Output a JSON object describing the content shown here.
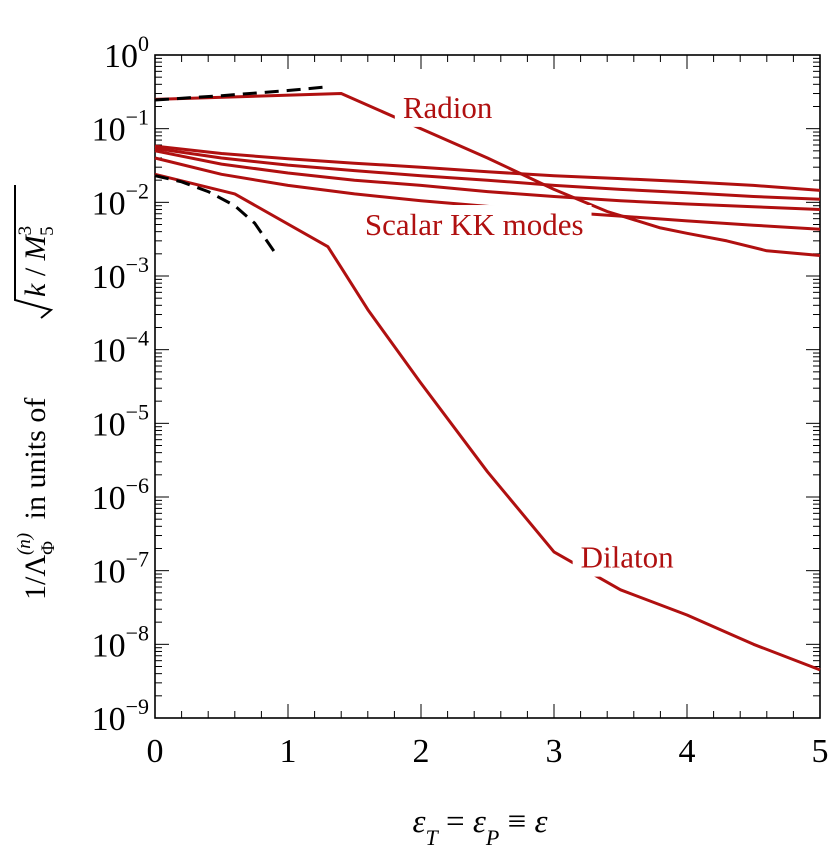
{
  "chart_data": {
    "type": "line",
    "title": "",
    "xlabel": "ε_T = ε_P ≡ ε",
    "ylabel": "1/Λ_Φ^(n)  in  units  of  √(k / M_5^3)",
    "xlim": [
      0,
      5
    ],
    "ylim": [
      1e-09,
      1
    ],
    "y_scale": "log",
    "x_ticks": [
      0,
      1,
      2,
      3,
      4,
      5
    ],
    "y_ticks": [
      {
        "value": 1,
        "mantissa": "10",
        "exp": "0"
      },
      {
        "value": 0.1,
        "mantissa": "10",
        "exp": "−1"
      },
      {
        "value": 0.01,
        "mantissa": "10",
        "exp": "−2"
      },
      {
        "value": 0.001,
        "mantissa": "10",
        "exp": "−3"
      },
      {
        "value": 0.0001,
        "mantissa": "10",
        "exp": "−4"
      },
      {
        "value": 1e-05,
        "mantissa": "10",
        "exp": "−5"
      },
      {
        "value": 1e-06,
        "mantissa": "10",
        "exp": "−6"
      },
      {
        "value": 1e-07,
        "mantissa": "10",
        "exp": "−7"
      },
      {
        "value": 1e-08,
        "mantissa": "10",
        "exp": "−8"
      },
      {
        "value": 1e-09,
        "mantissa": "10",
        "exp": "−9"
      }
    ],
    "grid": false,
    "colors": {
      "series": "#b01010",
      "approx": "#000000"
    },
    "series": [
      {
        "label_group": "Radion",
        "style": "solid",
        "x": [
          0,
          1.4,
          2.0,
          2.5,
          3.0,
          3.4,
          3.8,
          4.0,
          4.3,
          4.6,
          5.0
        ],
        "y": [
          0.25,
          0.3,
          0.1,
          0.04,
          0.015,
          0.0075,
          0.0045,
          0.0038,
          0.003,
          0.0022,
          0.0019
        ]
      },
      {
        "label_group": "Scalar KK modes",
        "style": "solid",
        "x": [
          0,
          0.5,
          1,
          1.5,
          2,
          2.5,
          3,
          3.5,
          4,
          4.5,
          5
        ],
        "y": [
          0.058,
          0.046,
          0.039,
          0.034,
          0.03,
          0.026,
          0.023,
          0.021,
          0.019,
          0.017,
          0.0145
        ]
      },
      {
        "label_group": "Scalar KK modes",
        "style": "solid",
        "x": [
          0,
          0.5,
          1,
          1.5,
          2,
          2.5,
          3,
          3.5,
          4,
          4.5,
          5
        ],
        "y": [
          0.054,
          0.04,
          0.032,
          0.027,
          0.023,
          0.02,
          0.017,
          0.015,
          0.0135,
          0.012,
          0.011
        ]
      },
      {
        "label_group": "Scalar KK modes",
        "style": "solid",
        "x": [
          0,
          0.5,
          1,
          1.5,
          2,
          2.5,
          3,
          3.5,
          4,
          4.5,
          5
        ],
        "y": [
          0.05,
          0.033,
          0.025,
          0.02,
          0.017,
          0.014,
          0.012,
          0.0105,
          0.0095,
          0.0087,
          0.008
        ]
      },
      {
        "label_group": "Scalar KK modes",
        "style": "solid",
        "x": [
          0,
          0.5,
          1,
          1.5,
          2,
          2.5,
          3,
          3.5,
          4,
          4.5,
          5
        ],
        "y": [
          0.04,
          0.024,
          0.017,
          0.013,
          0.0105,
          0.0088,
          0.0075,
          0.0065,
          0.0056,
          0.0049,
          0.0043
        ]
      },
      {
        "label_group": "Dilaton",
        "style": "solid",
        "x": [
          0,
          0.6,
          1.3,
          1.4,
          1.6,
          2.0,
          2.5,
          3.0,
          3.5,
          4.0,
          4.5,
          5.0
        ],
        "y": [
          0.024,
          0.013,
          0.0025,
          0.0013,
          0.00035,
          3.5e-05,
          2.2e-06,
          1.8e-07,
          5.5e-08,
          2.5e-08,
          1e-08,
          4.5e-09
        ]
      },
      {
        "label_group": "Radion-approx",
        "style": "dashed",
        "x": [
          0,
          0.5,
          1.0,
          1.3
        ],
        "y": [
          0.245,
          0.28,
          0.33,
          0.37
        ]
      },
      {
        "label_group": "Dilaton-approx",
        "style": "dashed",
        "x": [
          0,
          0.2,
          0.4,
          0.6,
          0.75,
          0.9
        ],
        "y": [
          0.023,
          0.019,
          0.014,
          0.009,
          0.0052,
          0.0021
        ]
      }
    ],
    "annotations": [
      {
        "text": "Radion",
        "x": 2.2,
        "y": 0.14
      },
      {
        "text": "Scalar KK modes",
        "x": 2.4,
        "y": 0.0036
      },
      {
        "text": "Dilaton",
        "x": 3.55,
        "y": 1.1e-07
      }
    ]
  }
}
